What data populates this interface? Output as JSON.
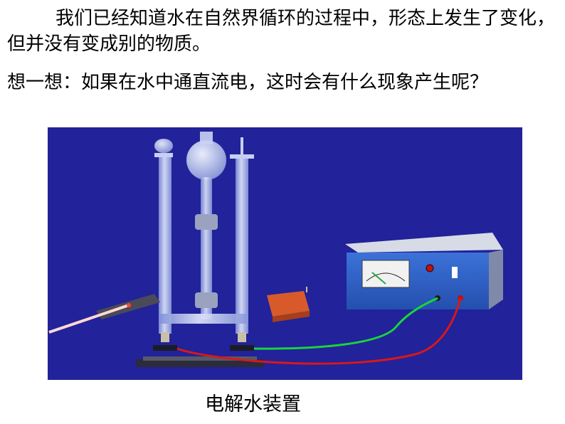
{
  "intro_paragraph": "我们已经知道水在自然界循环的过程中，形态上发生了变化，但并没有变成别的物质。",
  "question_paragraph": "想一想：如果在水中通直流电，这时会有什么现象产生呢？",
  "caption": "电解水装置",
  "colors": {
    "panel_background": "#22229a",
    "glass": "#a9b6e6",
    "wire_green": "#19d43c",
    "wire_red": "#d81818",
    "power_supply_front": "#2f5fc8",
    "power_supply_top": "#d7dbe6",
    "switch_box": "#d85a2a"
  },
  "icons": {
    "apparatus": "electrolysis-apparatus-illustration",
    "power": "dc-power-supply-icon",
    "meter": "analog-meter-icon",
    "match": "burning-splint-icon"
  }
}
